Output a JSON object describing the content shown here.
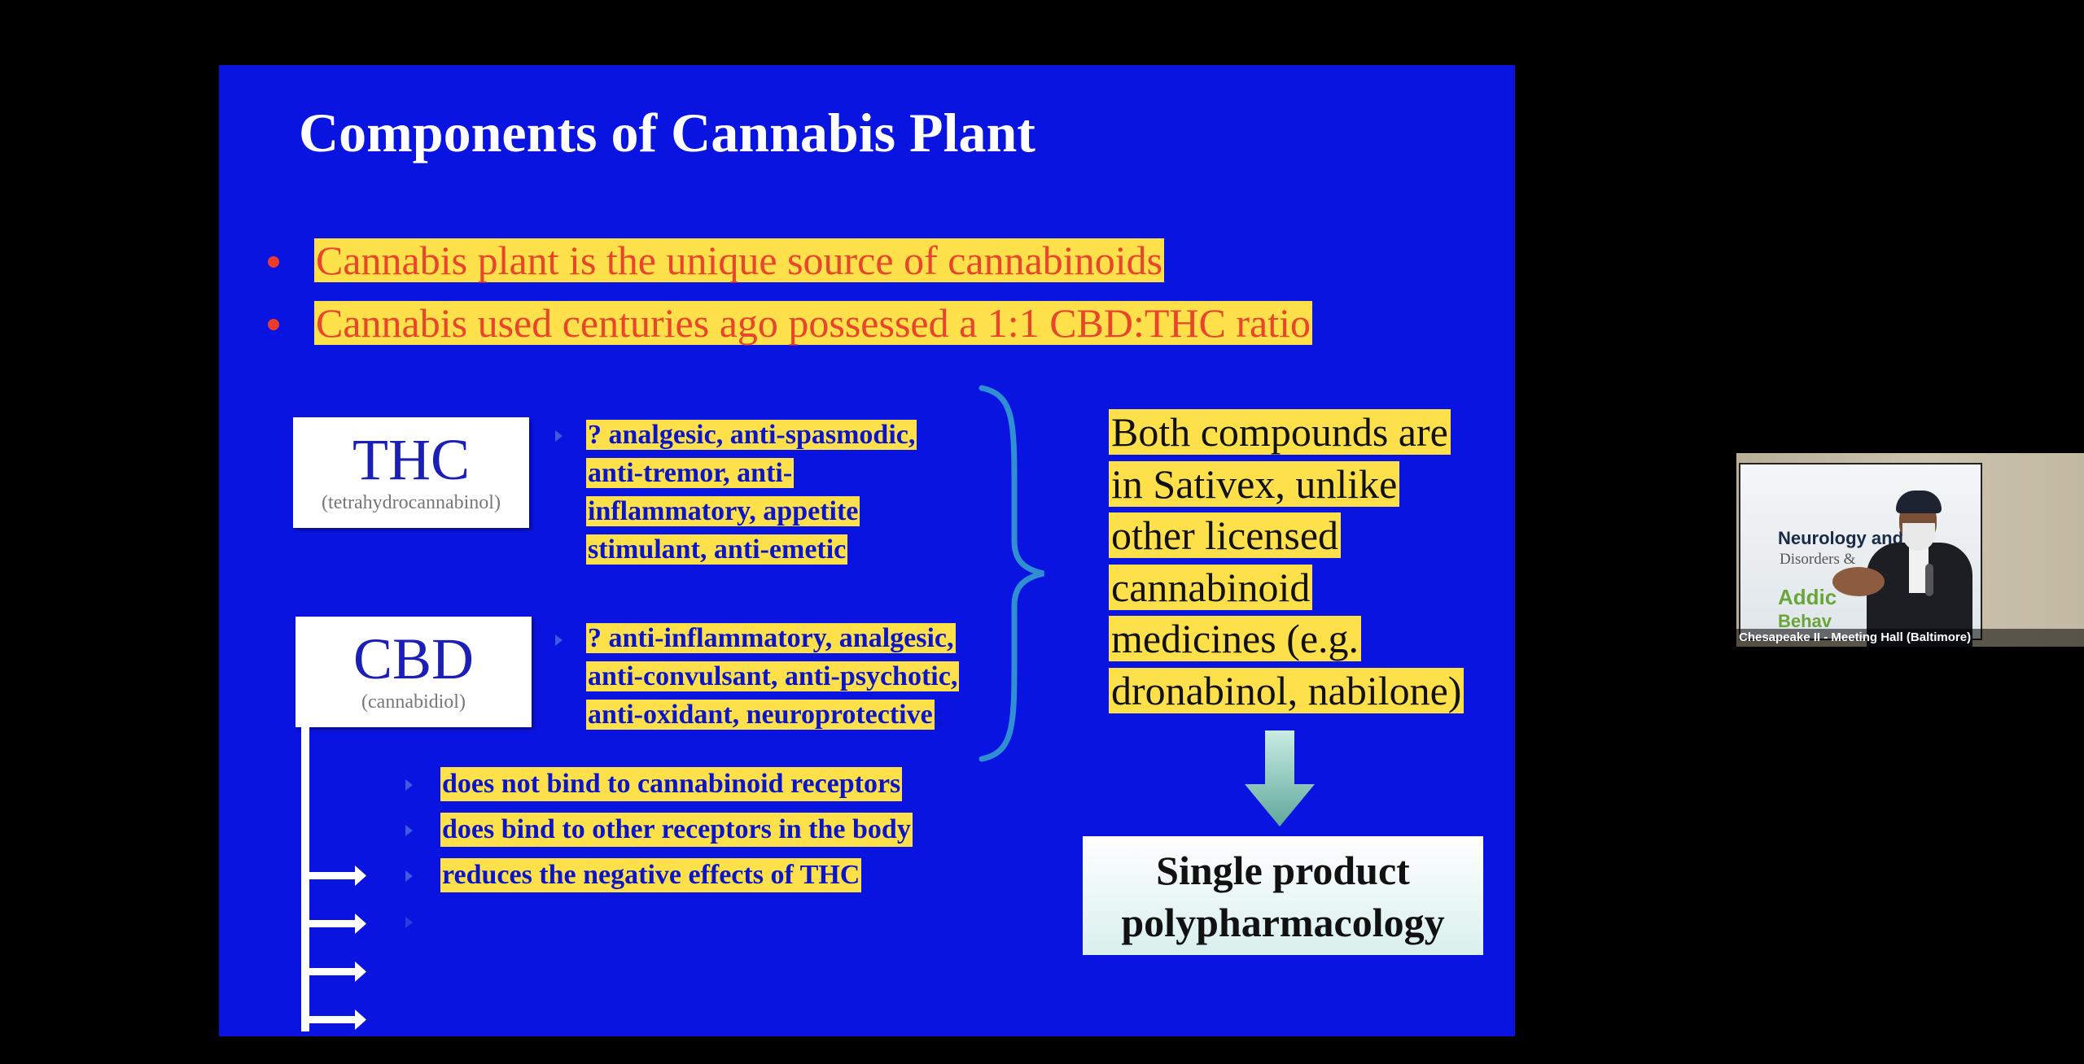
{
  "slide": {
    "title": "Components of Cannabis Plant",
    "bullets": [
      "Cannabis plant is the unique source of cannabinoids",
      "Cannabis used centuries ago possessed a 1:1 CBD:THC ratio"
    ],
    "thc": {
      "name": "THC",
      "subtitle": "(tetrahydrocannabinol)",
      "effects_lines": [
        "? analgesic, anti-spasmodic,",
        "anti-tremor, anti-",
        "inflammatory, appetite",
        "stimulant, anti-emetic"
      ]
    },
    "cbd": {
      "name": "CBD",
      "subtitle": "(cannabidiol)",
      "effects_lines": [
        "? anti-inflammatory, analgesic,",
        "anti-convulsant, anti-psychotic,",
        "anti-oxidant, neuroprotective"
      ],
      "effects_trailing": ";",
      "properties": [
        "does not bind to cannabinoid receptors",
        "does bind to other receptors in the body",
        "reduces the negative effects of THC"
      ]
    },
    "summary_lines": [
      "Both compounds are",
      "in Sativex, unlike",
      "other licensed",
      "cannabinoid",
      "medicines (e.g.",
      "dronabinol, nabilone)"
    ],
    "result_lines": [
      "Single product",
      "polypharmacology"
    ]
  },
  "webcam": {
    "label": "Chesapeake II - Meeting Hall (Baltimore)",
    "banner_lines": [
      "Neurology and",
      "Disorders &",
      "Addic",
      "Behav"
    ]
  },
  "colors": {
    "slide_bg": "#0a14e0",
    "highlight": "#fde04a",
    "bullet_text": "#e8452c",
    "compound_name": "#1b1fb8",
    "effects_text": "#0a14c8"
  },
  "icons": {
    "bullet": "red-dot-icon",
    "marker": "triangle-marker-icon",
    "brace": "curly-brace-icon",
    "arrow": "down-arrow-icon",
    "flow": "branch-arrows-icon"
  }
}
